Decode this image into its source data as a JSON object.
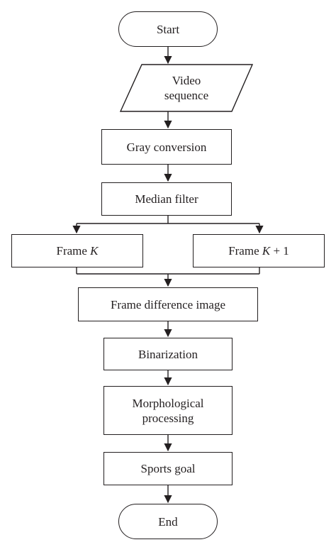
{
  "nodes": {
    "start": "Start",
    "video_line1": "Video",
    "video_line2": "sequence",
    "gray": "Gray conversion",
    "median": "Median filter",
    "frame_k_text": "Frame ",
    "frame_k_var": "K",
    "frame_k1_text": "Frame ",
    "frame_k1_var": "K",
    "frame_k1_suffix": " + 1",
    "diff": "Frame difference image",
    "binarization": "Binarization",
    "morph_line1": "Morphological",
    "morph_line2": "processing",
    "sports": "Sports goal",
    "end": "End"
  },
  "colors": {
    "stroke": "#231f20",
    "background": "#ffffff"
  }
}
